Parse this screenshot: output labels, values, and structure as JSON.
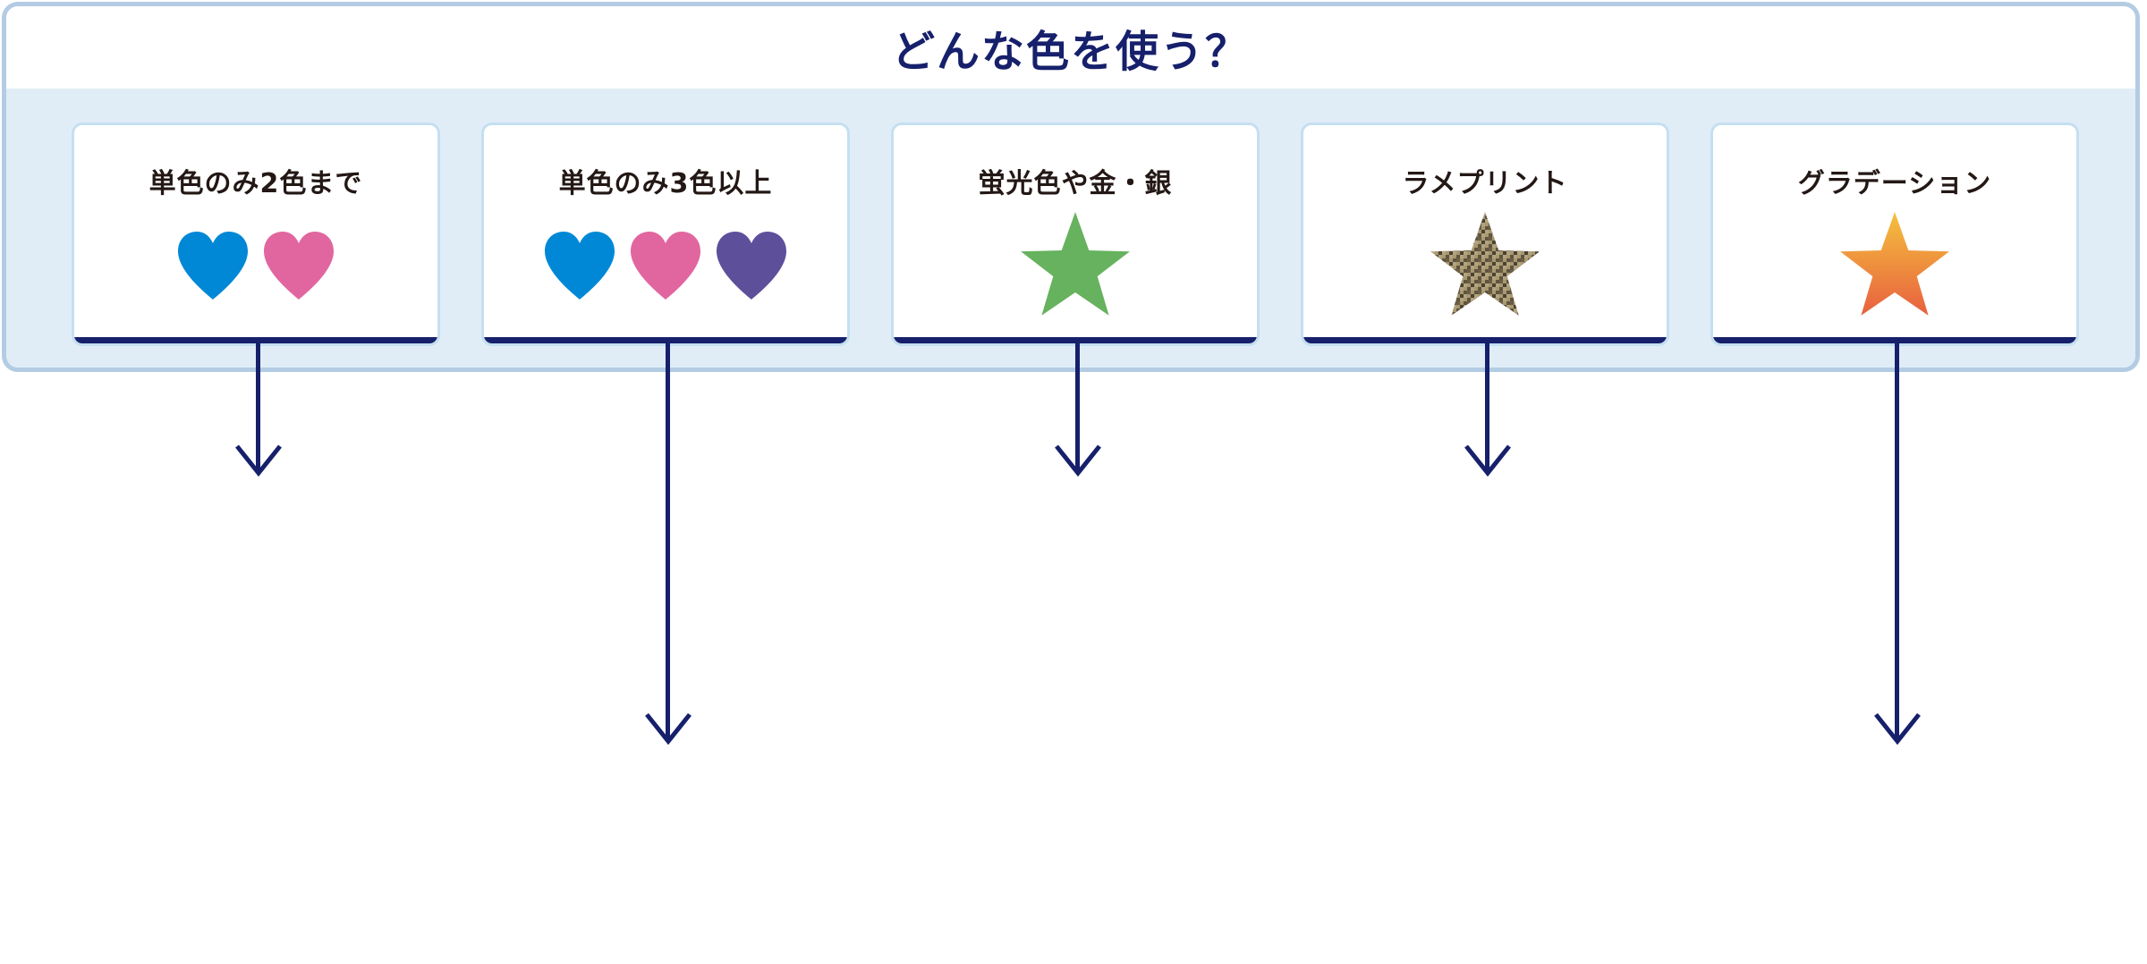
{
  "title": "どんな色を使う？",
  "options": [
    {
      "label": "単色のみ2色まで",
      "icons": [
        {
          "name": "blue-heart-icon",
          "shape": "heart",
          "color": "#0088d6"
        },
        {
          "name": "pink-heart-icon",
          "shape": "heart",
          "color": "#e1669f"
        }
      ]
    },
    {
      "label": "単色のみ3色以上",
      "icons": [
        {
          "name": "blue-heart-icon",
          "shape": "heart",
          "color": "#0088d6"
        },
        {
          "name": "pink-heart-icon",
          "shape": "heart",
          "color": "#e1669f"
        },
        {
          "name": "purple-heart-icon",
          "shape": "heart",
          "color": "#5e4f9b"
        }
      ]
    },
    {
      "label": "蛍光色や金・銀",
      "icons": [
        {
          "name": "green-star-icon",
          "shape": "star",
          "color": "#66b25e"
        }
      ]
    },
    {
      "label": "ラメプリント",
      "icons": [
        {
          "name": "glitter-star-icon",
          "shape": "star",
          "color": "#6b5e45",
          "fill": "glitter"
        }
      ]
    },
    {
      "label": "グラデーション",
      "icons": [
        {
          "name": "gradient-star-icon",
          "shape": "star",
          "color": "#f4c13e",
          "color2": "#e8603f",
          "fill": "gradient"
        }
      ]
    }
  ],
  "colors": {
    "accent": "#16206b",
    "panel_bg": "#e0edf7",
    "panel_border": "#b3cce3",
    "card_border": "#c4dff0",
    "label_text": "#231815"
  }
}
